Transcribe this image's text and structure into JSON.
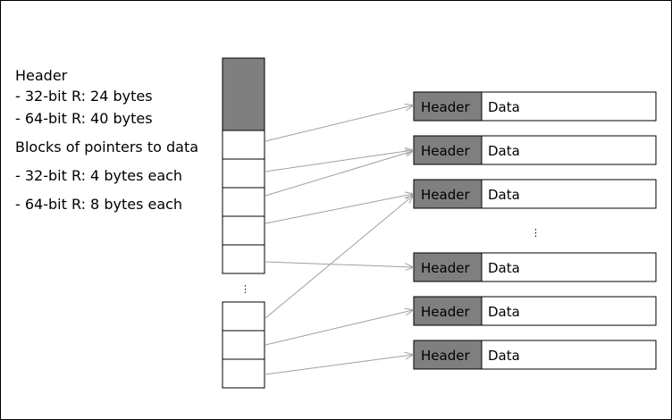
{
  "legend": {
    "header_title": "Header",
    "header_line1": "- 32-bit R: 24 bytes",
    "header_line2": "- 64-bit R: 40 bytes",
    "blocks_title": "Blocks of pointers to data",
    "blocks_line1": "- 32-bit R: 4 bytes each",
    "blocks_line2": "- 64-bit R: 8 bytes each"
  },
  "colors": {
    "header_fill": "#7f7f7f",
    "arrow": "#a0a0a0",
    "border": "#000000"
  },
  "records": [
    {
      "header": "Header",
      "data": "Data"
    },
    {
      "header": "Header",
      "data": "Data"
    },
    {
      "header": "Header",
      "data": "Data"
    },
    {
      "header": "Header",
      "data": "Data"
    },
    {
      "header": "Header",
      "data": "Data"
    },
    {
      "header": "Header",
      "data": "Data"
    }
  ],
  "ellipsis": "⋮"
}
